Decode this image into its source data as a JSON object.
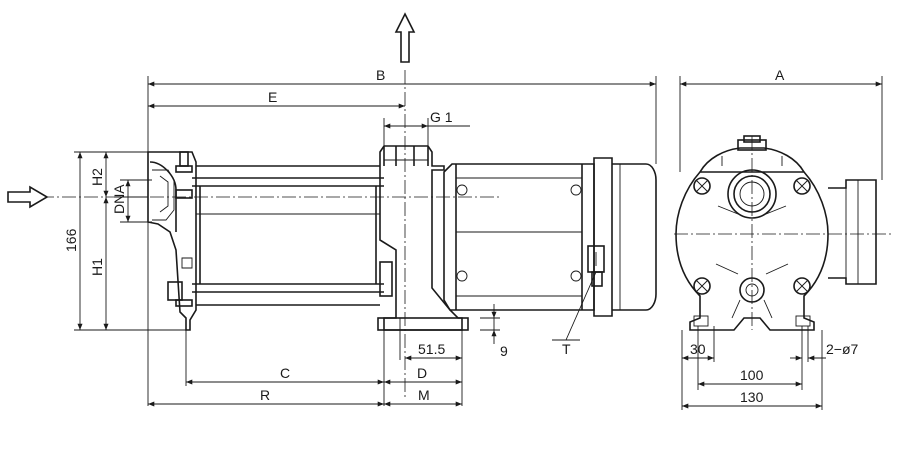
{
  "drawing": {
    "side_view": {
      "labels": {
        "b": "B",
        "e": "E",
        "g": "G 1",
        "h2": "H2",
        "dna": "DNA",
        "h1": "H1",
        "overall_height": "166",
        "c": "C",
        "d": "D",
        "r": "R",
        "m": "M",
        "dim_51_5": "51.5",
        "dim_9": "9",
        "terminal": "T"
      }
    },
    "end_view": {
      "labels": {
        "a": "A",
        "dim_30": "30",
        "dim_100": "100",
        "dim_130": "130",
        "holes": "2−ø7"
      }
    }
  }
}
